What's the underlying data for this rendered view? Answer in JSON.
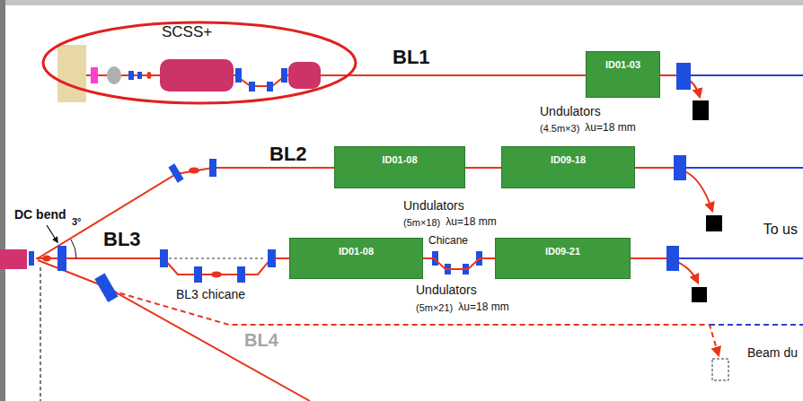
{
  "diagram": {
    "nodes": [
      {
        "text": [
          "SCSS+"
        ]
      },
      {
        "text": [
          "ID01-03"
        ]
      },
      {
        "text": [
          "ID01-08"
        ]
      },
      {
        "text": [
          "ID09-18"
        ]
      },
      {
        "text": [
          "ID01-08"
        ]
      },
      {
        "text": [
          "ID09-21"
        ]
      }
    ],
    "edges": [
      {
        "from": 0,
        "to": 1,
        "arrow": "none"
      },
      {
        "from": 2,
        "to": 3,
        "arrow": "none"
      },
      {
        "from": 4,
        "to": 5,
        "arrow": "none"
      }
    ],
    "labels": [
      "BL1",
      "Undulators",
      "(4.5m×3)",
      "λu=18 mm",
      "BL2",
      "DC bend",
      "3°",
      "Undulators",
      "(5m×18)",
      "λu=18 mm",
      "Chicane",
      "To us",
      "BL3",
      "BL3 chicane",
      "Undulators",
      "(5m×21)",
      "λu=18 mm",
      "BL4",
      "Beam du"
    ]
  }
}
